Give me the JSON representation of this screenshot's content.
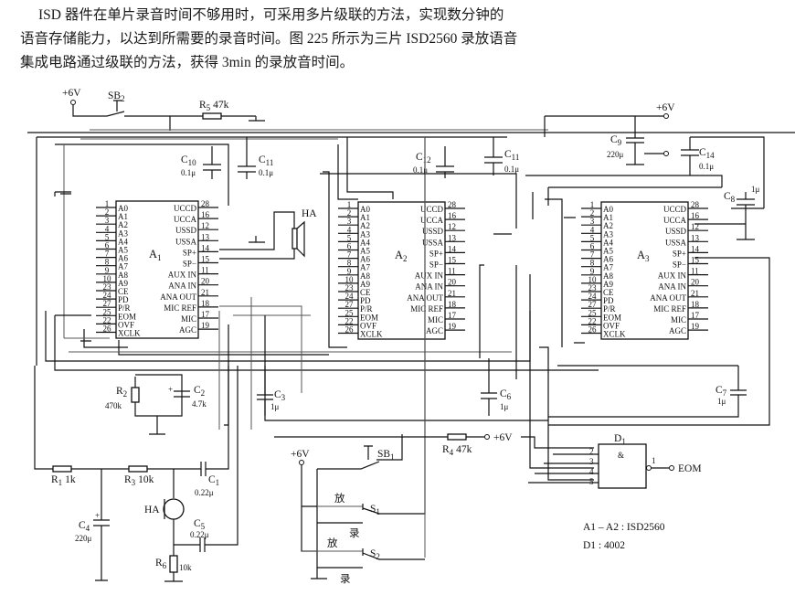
{
  "intro": {
    "line1": "ISD 器件在单片录音时间不够用时，可采用多片级联的方法，实现数分钟的",
    "line2": "语音存储能力，以达到所需要的录音时间。图 225 所示为三片 ISD2560 录放语音",
    "line3": "集成电路通过级联的方法，获得 3min 的录放音时间。"
  },
  "supply": {
    "v_top_left": "+6V",
    "v_top_right": "+6V",
    "v_r4": "+6V",
    "v_switch": "+6V"
  },
  "switches": {
    "sb2": "SB",
    "sb2_sub": "2",
    "sb1": "SB",
    "sb1_sub": "1",
    "s1": "S",
    "s1_sub": "1",
    "s2": "S",
    "s2_sub": "2",
    "play": "放",
    "record": "录"
  },
  "chips": [
    {
      "id": "A",
      "sub": "1",
      "left_pins": [
        {
          "num": "1",
          "name": "A0"
        },
        {
          "num": "2",
          "name": "A1"
        },
        {
          "num": "3",
          "name": "A2"
        },
        {
          "num": "4",
          "name": "A3"
        },
        {
          "num": "5",
          "name": "A4"
        },
        {
          "num": "6",
          "name": "A5"
        },
        {
          "num": "7",
          "name": "A6"
        },
        {
          "num": "8",
          "name": "A7"
        },
        {
          "num": "9",
          "name": "A8"
        },
        {
          "num": "10",
          "name": "A9"
        },
        {
          "num": "23",
          "name": "CE"
        },
        {
          "num": "24",
          "name": "PD"
        },
        {
          "num": "27",
          "name": "P/R"
        },
        {
          "num": "25",
          "name": "EOM"
        },
        {
          "num": "22",
          "name": "OVF"
        },
        {
          "num": "26",
          "name": "XCLK"
        }
      ],
      "right_pins": [
        {
          "num": "28",
          "name": "UCCD"
        },
        {
          "num": "16",
          "name": "UCCA"
        },
        {
          "num": "12",
          "name": "USSD"
        },
        {
          "num": "13",
          "name": "USSA"
        },
        {
          "num": "14",
          "name": "SP+"
        },
        {
          "num": "15",
          "name": "SP−"
        },
        {
          "num": "11",
          "name": "AUX IN"
        },
        {
          "num": "20",
          "name": "ANA IN"
        },
        {
          "num": "21",
          "name": "ANA OUT"
        },
        {
          "num": "18",
          "name": "MIC REF"
        },
        {
          "num": "17",
          "name": "MIC"
        },
        {
          "num": "19",
          "name": "AGC"
        }
      ]
    },
    {
      "id": "A",
      "sub": "2",
      "left_pins": [
        {
          "num": "1",
          "name": "A0"
        },
        {
          "num": "2",
          "name": "A1"
        },
        {
          "num": "3",
          "name": "A2"
        },
        {
          "num": "4",
          "name": "A3"
        },
        {
          "num": "5",
          "name": "A4"
        },
        {
          "num": "6",
          "name": "A5"
        },
        {
          "num": "7",
          "name": "A6"
        },
        {
          "num": "8",
          "name": "A7"
        },
        {
          "num": "9",
          "name": "A8"
        },
        {
          "num": "10",
          "name": "A9"
        },
        {
          "num": "23",
          "name": "CE"
        },
        {
          "num": "24",
          "name": "PD"
        },
        {
          "num": "27",
          "name": "P/R"
        },
        {
          "num": "25",
          "name": "EOM"
        },
        {
          "num": "22",
          "name": "OVF"
        },
        {
          "num": "26",
          "name": "XCLK"
        }
      ],
      "right_pins": [
        {
          "num": "28",
          "name": "UCCD"
        },
        {
          "num": "16",
          "name": "UCCA"
        },
        {
          "num": "12",
          "name": "USSD"
        },
        {
          "num": "13",
          "name": "USSA"
        },
        {
          "num": "14",
          "name": "SP+"
        },
        {
          "num": "15",
          "name": "SP−"
        },
        {
          "num": "11",
          "name": "AUX IN"
        },
        {
          "num": "20",
          "name": "ANA IN"
        },
        {
          "num": "21",
          "name": "ANA OUT"
        },
        {
          "num": "18",
          "name": "MIC REF"
        },
        {
          "num": "17",
          "name": "MIC"
        },
        {
          "num": "19",
          "name": "AGC"
        }
      ]
    },
    {
      "id": "A",
      "sub": "3",
      "left_pins": [
        {
          "num": "1",
          "name": "A0"
        },
        {
          "num": "2",
          "name": "A1"
        },
        {
          "num": "3",
          "name": "A2"
        },
        {
          "num": "4",
          "name": "A3"
        },
        {
          "num": "5",
          "name": "A4"
        },
        {
          "num": "6",
          "name": "A5"
        },
        {
          "num": "7",
          "name": "A6"
        },
        {
          "num": "8",
          "name": "A7"
        },
        {
          "num": "9",
          "name": "A8"
        },
        {
          "num": "10",
          "name": "A9"
        },
        {
          "num": "23",
          "name": "CE"
        },
        {
          "num": "24",
          "name": "PD"
        },
        {
          "num": "27",
          "name": "P/R"
        },
        {
          "num": "25",
          "name": "EOM"
        },
        {
          "num": "22",
          "name": "OVF"
        },
        {
          "num": "26",
          "name": "XCLK"
        }
      ],
      "right_pins": [
        {
          "num": "28",
          "name": "UCCD"
        },
        {
          "num": "16",
          "name": "UCCA"
        },
        {
          "num": "12",
          "name": "USSD"
        },
        {
          "num": "13",
          "name": "USSA"
        },
        {
          "num": "14",
          "name": "SP+"
        },
        {
          "num": "15",
          "name": "SP−"
        },
        {
          "num": "11",
          "name": "AUX IN"
        },
        {
          "num": "20",
          "name": "ANA IN"
        },
        {
          "num": "21",
          "name": "ANA OUT"
        },
        {
          "num": "18",
          "name": "MIC REF"
        },
        {
          "num": "17",
          "name": "MIC"
        },
        {
          "num": "19",
          "name": "AGC"
        }
      ]
    }
  ],
  "components": {
    "r5": {
      "name": "R",
      "sub": "5",
      "value": "47k"
    },
    "r4": {
      "name": "R",
      "sub": "4",
      "value": "47k"
    },
    "r2": {
      "name": "R",
      "sub": "2",
      "value": "470k"
    },
    "r1": {
      "name": "R",
      "sub": "1",
      "value": "1k"
    },
    "r3": {
      "name": "R",
      "sub": "3",
      "value": "10k"
    },
    "r6": {
      "name": "R",
      "sub": "6",
      "value": "10k"
    },
    "c10": {
      "name": "C",
      "sub": "10",
      "value": "0.1μ"
    },
    "c11a": {
      "name": "C",
      "sub": "11",
      "value": "0.1μ"
    },
    "c12": {
      "name": "C",
      "sub": "12",
      "value": "0.1μ"
    },
    "c11b": {
      "name": "C",
      "sub": "11",
      "value": "0.1μ"
    },
    "c9": {
      "name": "C",
      "sub": "9",
      "value": "220μ"
    },
    "c14": {
      "name": "C",
      "sub": "14",
      "value": "0.1μ"
    },
    "c8": {
      "name": "C",
      "sub": "8",
      "value": "1μ"
    },
    "c2": {
      "name": "C",
      "sub": "2",
      "value": "4.7k"
    },
    "c3": {
      "name": "C",
      "sub": "3",
      "value": "1μ"
    },
    "c6": {
      "name": "C",
      "sub": "6",
      "value": "1μ"
    },
    "c7": {
      "name": "C",
      "sub": "7",
      "value": "1μ"
    },
    "c1": {
      "name": "C",
      "sub": "1",
      "value": "0.22μ"
    },
    "c5": {
      "name": "C",
      "sub": "5",
      "value": "0.22μ"
    },
    "c4": {
      "name": "C",
      "sub": "4",
      "value": "220μ"
    },
    "ha_speaker": "HA",
    "ha_mic": "HA",
    "plus": "+"
  },
  "gate": {
    "name": "D",
    "sub": "1",
    "symbol": "&",
    "inputs": [
      "2",
      "3",
      "4",
      "5"
    ],
    "output_pin": "1",
    "output_label": "EOM"
  },
  "legend": {
    "line1": "A1 – A2 : ISD2560",
    "line2": "D1 : 4002"
  }
}
